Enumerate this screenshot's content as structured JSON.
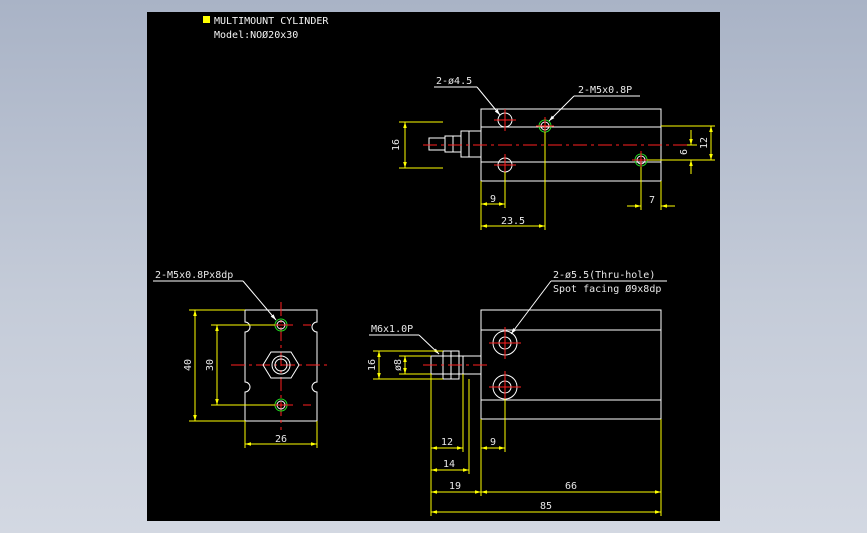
{
  "title_block": {
    "title": "MULTIMOUNT CYLINDER",
    "model": "Model:NOØ20x30"
  },
  "top_view": {
    "hole_callout": "2-ø4.5",
    "thread_callout": "2-M5x0.8P",
    "dim_height": "16",
    "dim_right_outer": "12",
    "dim_right_inner": "6",
    "dim_left_offset": "9",
    "dim_right_offset": "7",
    "dim_width": "23.5"
  },
  "end_view": {
    "thread_callout": "2-M5x0.8Px8dp",
    "dim_outer_height": "40",
    "dim_inner_height": "30",
    "dim_width": "26"
  },
  "side_view": {
    "hole_callout_line1": "2-ø5.5(Thru-hole)",
    "hole_callout_line2": "Spot facing Ø9x8dp",
    "rod_thread_callout": "M6x1.0P",
    "dim_rod_dia": "ø8",
    "dim_rod_height": "16",
    "dim_12": "12",
    "dim_9": "9",
    "dim_14": "14",
    "dim_19": "19",
    "dim_66": "66",
    "dim_85": "85"
  },
  "colors": {
    "outline": "#ffffff",
    "centerline": "#ff2020",
    "dimension": "#ffff00",
    "hole_green": "#22dd22",
    "text": "#e8e8e8"
  }
}
